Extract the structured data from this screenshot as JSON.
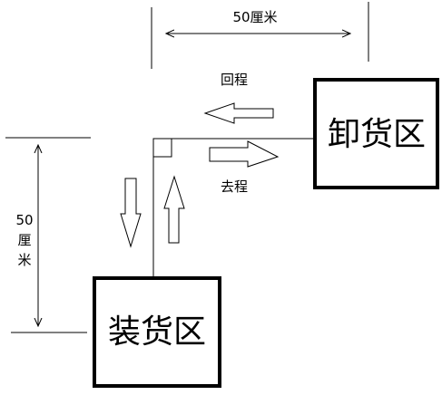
{
  "zones": {
    "unloading": {
      "label": "卸货区"
    },
    "loading": {
      "label": "装货区"
    }
  },
  "dimensions": {
    "horizontal": {
      "label": "50厘米"
    },
    "vertical": {
      "line1": "50",
      "line2": "厘",
      "line3": "米"
    }
  },
  "routes": {
    "return": {
      "label": "回程"
    },
    "outbound": {
      "label": "去程"
    }
  }
}
